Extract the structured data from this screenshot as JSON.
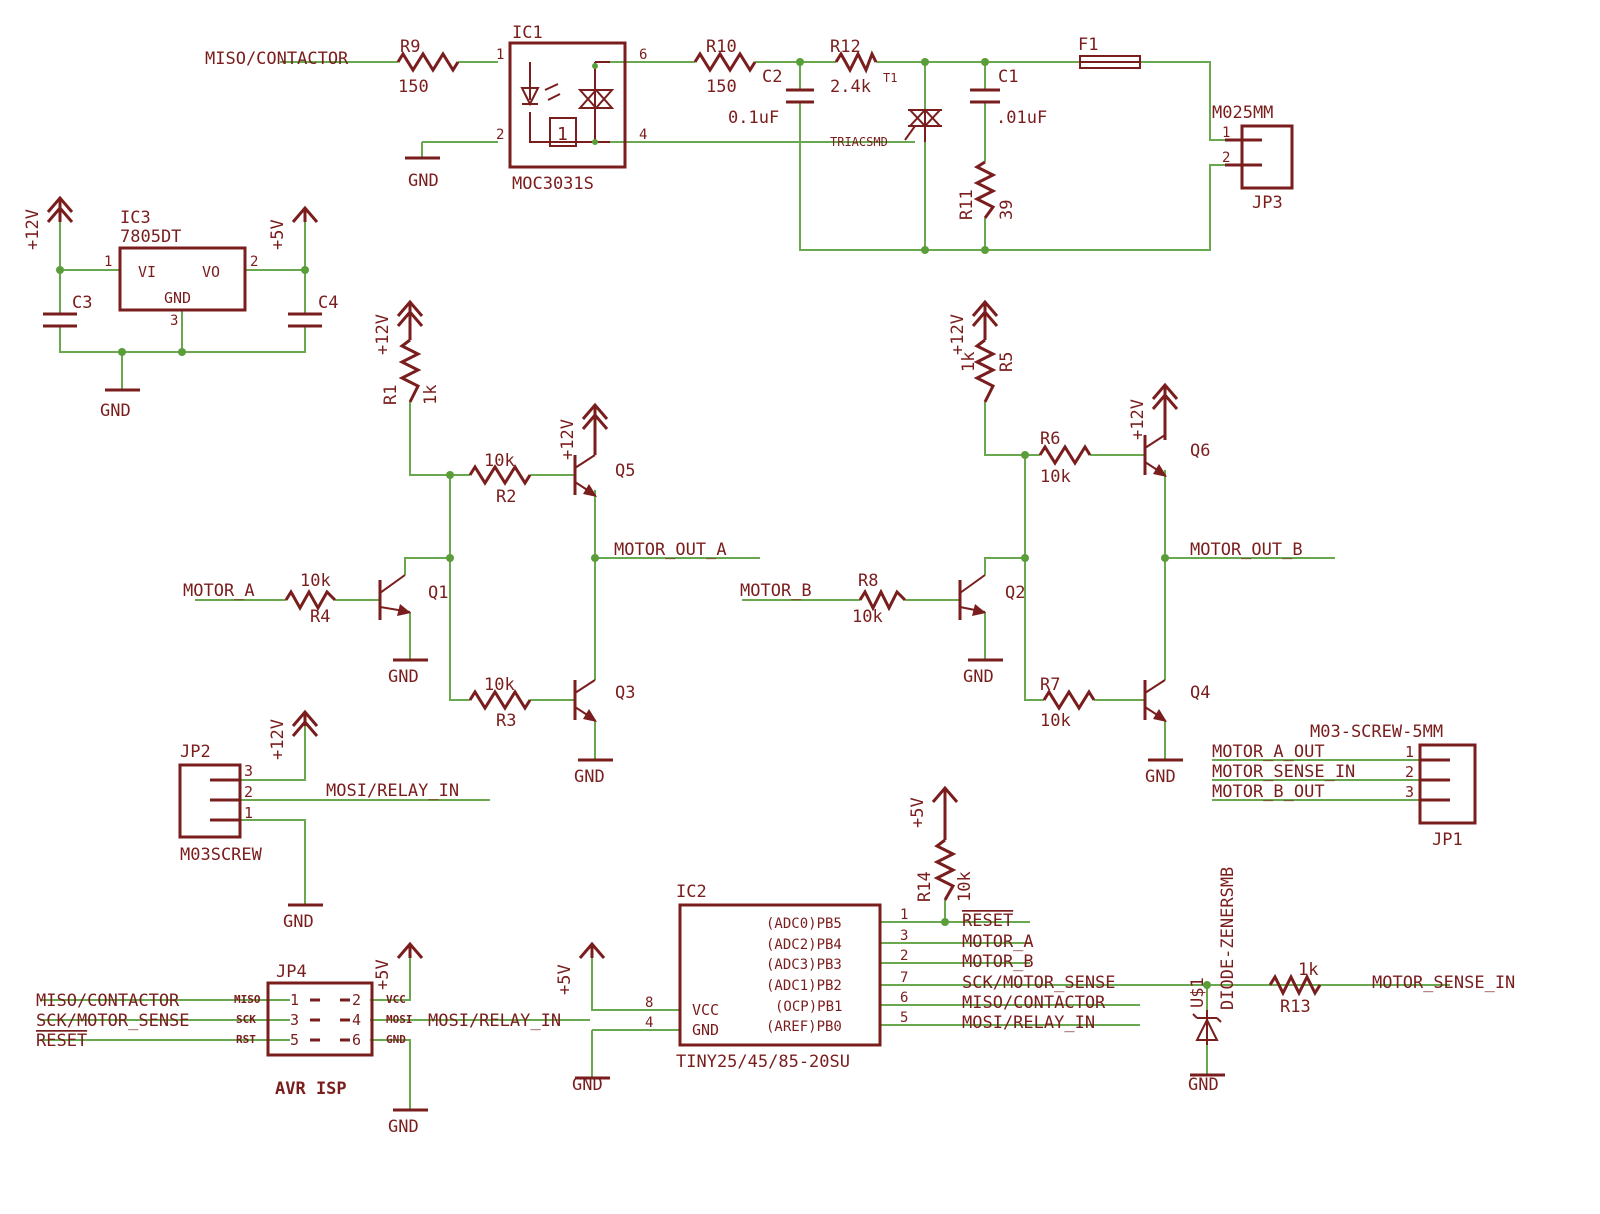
{
  "colors": {
    "wire": "#6aa84f",
    "part": "#7a1d1d",
    "junction": "#5a9e3a",
    "background": "#ffffff"
  },
  "labels": {
    "miso_contactor": "MISO/CONTACTOR",
    "r9": "R9",
    "r9_val": "150",
    "ic1": "IC1",
    "ic1_part": "MOC3031S",
    "ic1_p1": "1",
    "ic1_p2": "2",
    "ic1_p4": "4",
    "ic1_p6": "6",
    "ic1_zc": "1",
    "gnd_ic1": "GND",
    "r10": "R10",
    "r10_val": "150",
    "c2": "C2",
    "c2_val": "0.1uF",
    "r12": "R12",
    "r12_val": "2.4k",
    "t1": "T1",
    "triac": "TRIACSMD",
    "c1": "C1",
    "c1_val": ".01uF",
    "r11": "R11",
    "r11_val": "39",
    "f1": "F1",
    "jp3_part": "M025MM",
    "jp3": "JP3",
    "jp3_p1": "1",
    "jp3_p2": "2",
    "ic3": "IC3",
    "ic3_part": "7805DT",
    "ic3_vi": "VI",
    "ic3_vo": "VO",
    "ic3_gnd": "GND",
    "ic3_p1": "1",
    "ic3_p2": "2",
    "ic3_p3": "3",
    "v12_ic3": "+12V",
    "v5_ic3": "+5V",
    "c3": "C3",
    "c4": "C4",
    "gnd_ic3": "GND",
    "v12_r1": "+12V",
    "r1": "R1",
    "r1_val": "1k",
    "r2": "R2",
    "r2_val": "10k",
    "v12_q5": "+12V",
    "q5": "Q5",
    "motor_out_a": "MOTOR_OUT_A",
    "motor_a": "MOTOR_A",
    "r4": "R4",
    "r4_val": "10k",
    "q1": "Q1",
    "gnd_q1": "GND",
    "r3": "R3",
    "r3_val": "10k",
    "q3": "Q3",
    "gnd_q3": "GND",
    "v12_r5": "+12V",
    "r5": "R5",
    "r5_val": "1k",
    "r6": "R6",
    "r6_val": "10k",
    "v12_q6": "+12V",
    "q6": "Q6",
    "motor_out_b": "MOTOR_OUT_B",
    "motor_b": "MOTOR_B",
    "r8": "R8",
    "r8_val": "10k",
    "q2": "Q2",
    "gnd_q2": "GND",
    "r7": "R7",
    "r7_val": "10k",
    "q4": "Q4",
    "gnd_q4": "GND",
    "jp2": "JP2",
    "v12_jp2": "+12V",
    "jp2_p3": "3",
    "jp2_p2": "2",
    "jp2_p1": "1",
    "mosi_relay_in": "MOSI/RELAY_IN",
    "jp2_part": "M03SCREW",
    "gnd_jp2": "GND",
    "jp1_part": "M03-SCREW-5MM",
    "jp1": "JP1",
    "jp1_p1": "1",
    "jp1_p2": "2",
    "jp1_p3": "3",
    "jp1_n1": "MOTOR_A_OUT",
    "jp1_n2": "MOTOR_SENSE_IN",
    "jp1_n3": "MOTOR_B_OUT",
    "v5_r14": "+5V",
    "r14": "R14",
    "r14_val": "10k",
    "ic2": "IC2",
    "ic2_part": "TINY25/45/85-20SU",
    "v5_ic2": "+5V",
    "gnd_ic2": "GND",
    "ic2_vcc": "VCC",
    "ic2_gnd": "GND",
    "ic2_p8": "8",
    "ic2_p4": "4",
    "ic2_pb5": "(ADC0)PB5",
    "ic2_pb4": "(ADC2)PB4",
    "ic2_pb3": "(ADC3)PB3",
    "ic2_pb2": "(ADC1)PB2",
    "ic2_pb1": "(OCP)PB1",
    "ic2_pb0": "(AREF)PB0",
    "ic2_p1": "1",
    "ic2_p3": "3",
    "ic2_p2": "2",
    "ic2_p7": "7",
    "ic2_p6": "6",
    "ic2_p5": "5",
    "net_reset": "RESET",
    "net_motor_a": "MOTOR_A",
    "net_motor_b": "MOTOR_B",
    "net_sck": "SCK/MOTOR_SENSE",
    "net_miso": "MISO/CONTACTOR",
    "net_mosi": "MOSI/RELAY_IN",
    "u1": "U$1",
    "diode": "DIODE-ZENERSMB",
    "gnd_u1": "GND",
    "r13": "R13",
    "r13_val": "1k",
    "motor_sense_in": "MOTOR_SENSE_IN",
    "jp4": "JP4",
    "jp4_part": "AVR ISP",
    "v5_jp4": "+5V",
    "gnd_jp4": "GND",
    "isp_miso": "MISO/CONTACTOR",
    "isp_sck": "SCK/MOTOR_SENSE",
    "isp_reset": "RESET",
    "isp_mosi": "MOSI/RELAY_IN",
    "isp_p1": "1",
    "isp_p2": "2",
    "isp_p3": "3",
    "isp_p4": "4",
    "isp_p5": "5",
    "isp_p6": "6",
    "isp_miso_s": "MISO",
    "isp_sck_s": "SCK",
    "isp_rst_s": "RST",
    "isp_vcc_s": "VCC",
    "isp_mosi_s": "MOSI",
    "isp_gnd_s": "GND"
  }
}
